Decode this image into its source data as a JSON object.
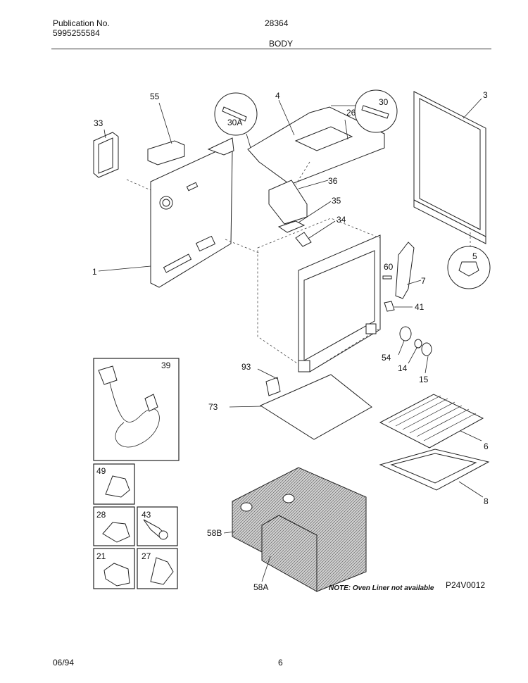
{
  "header": {
    "publication_label": "Publication No.",
    "publication_number": "5995255584",
    "model": "28364",
    "section": "BODY"
  },
  "footer": {
    "date": "06/94",
    "page": "6"
  },
  "diagram": {
    "note": "NOTE: Oven Liner not available",
    "code": "P24V0012",
    "callouts": [
      "55",
      "4",
      "3",
      "30",
      "26",
      "33",
      "30A",
      "36",
      "35",
      "34",
      "1",
      "5",
      "60",
      "7",
      "41",
      "54",
      "14",
      "15",
      "39",
      "93",
      "73",
      "6",
      "8",
      "49",
      "28",
      "43",
      "21",
      "27",
      "58B",
      "58A"
    ]
  }
}
